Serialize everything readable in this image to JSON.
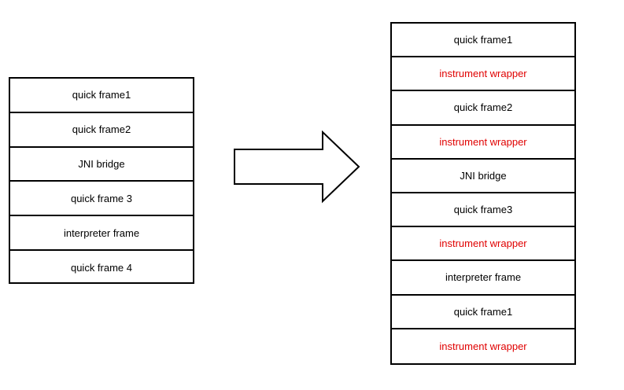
{
  "colors": {
    "highlight": "#e00000",
    "text": "#000000",
    "border": "#000000"
  },
  "left_stack": [
    {
      "label": "quick frame1",
      "highlight": false
    },
    {
      "label": "quick frame2",
      "highlight": false
    },
    {
      "label": "JNI bridge",
      "highlight": false
    },
    {
      "label": "quick frame 3",
      "highlight": false
    },
    {
      "label": "interpreter frame",
      "highlight": false
    },
    {
      "label": "quick frame 4",
      "highlight": false
    }
  ],
  "right_stack": [
    {
      "label": "quick frame1",
      "highlight": false
    },
    {
      "label": "instrument wrapper",
      "highlight": true
    },
    {
      "label": "quick frame2",
      "highlight": false
    },
    {
      "label": "instrument wrapper",
      "highlight": true
    },
    {
      "label": "JNI bridge",
      "highlight": false
    },
    {
      "label": "quick frame3",
      "highlight": false
    },
    {
      "label": "instrument wrapper",
      "highlight": true
    },
    {
      "label": "interpreter frame",
      "highlight": false
    },
    {
      "label": "quick frame1",
      "highlight": false
    },
    {
      "label": "instrument wrapper",
      "highlight": true
    }
  ]
}
